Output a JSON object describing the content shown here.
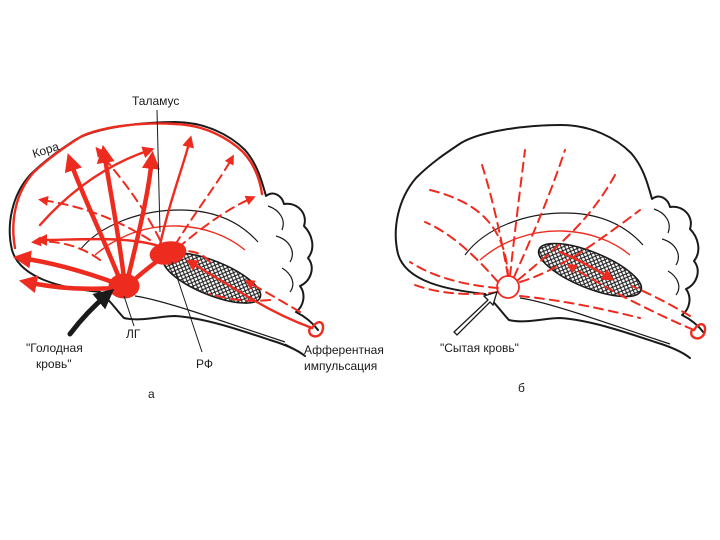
{
  "colors": {
    "accent": "#ee2b1f",
    "ink": "#1a1a1a",
    "background": "#ffffff"
  },
  "panel_a": {
    "label_cortex": "Кора",
    "label_thalamus": "Таламус",
    "label_lg": "ЛГ",
    "label_rf": "РФ",
    "label_hungry_blood_line1": "\"Голодная",
    "label_hungry_blood_line2": "кровь\"",
    "label_afferent_line1": "Афферентная",
    "label_afferent_line2": "импульсация",
    "panel_letter": "а"
  },
  "panel_b": {
    "label_sated_blood": "\"Сытая кровь\"",
    "panel_letter": "б"
  }
}
